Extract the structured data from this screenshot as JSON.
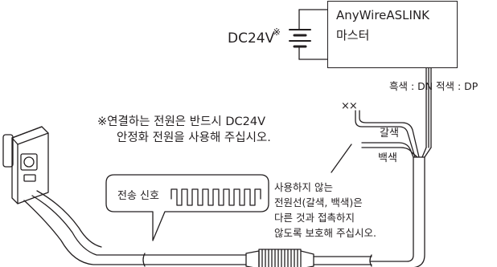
{
  "master": {
    "line1": "AnyWireASLINK",
    "line2": "마스터"
  },
  "power": {
    "label": "DC24V",
    "mark": "※"
  },
  "wires": {
    "dn": "흑색 : DN",
    "dp": "적색 : DP",
    "brown": "갈색",
    "white": "백색",
    "unused_marker": "××"
  },
  "note": {
    "line1": "※연결하는 전원은 반드시 DC24V",
    "line2": "안정화 전원을 사용해 주십시오."
  },
  "signal": {
    "label": "전송 신호"
  },
  "caution": {
    "line1": "사용하지 않는",
    "line2": "전원선(갈색, 백색)은",
    "line3": "다른 것과 접촉하지",
    "line4": "않도록 보호해 주십시오."
  },
  "colors": {
    "stroke": "#231f20",
    "background": "#ffffff"
  }
}
